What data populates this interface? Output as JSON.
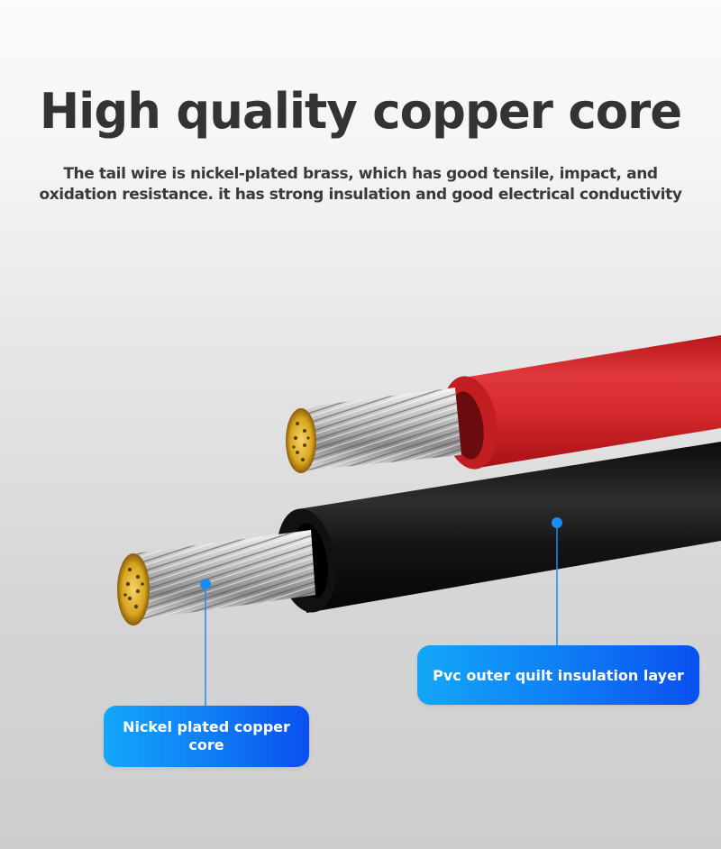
{
  "header": {
    "title": "High quality copper core",
    "subtitle_lines": [
      "The tail wire is nickel-plated brass, which has good tensile, impact, and",
      "oxidation resistance. it has strong insulation and good electrical conductivity"
    ]
  },
  "product_image": {
    "description": "Two cables (red and black) with stripped stranded nickel-plated copper cores",
    "colors": {
      "red_insulation": "#d9262a",
      "black_insulation": "#1a1a1a",
      "copper_tip": "#d9a520",
      "strands": "#c8c8c8",
      "accent_blue": "#1a8cf5"
    }
  },
  "callouts": {
    "copper_core": {
      "label": "Nickel plated copper core",
      "line1": "Nickel plated copper",
      "line2": "core"
    },
    "pvc_layer": {
      "label": "Pvc outer quilt insulation layer"
    }
  }
}
